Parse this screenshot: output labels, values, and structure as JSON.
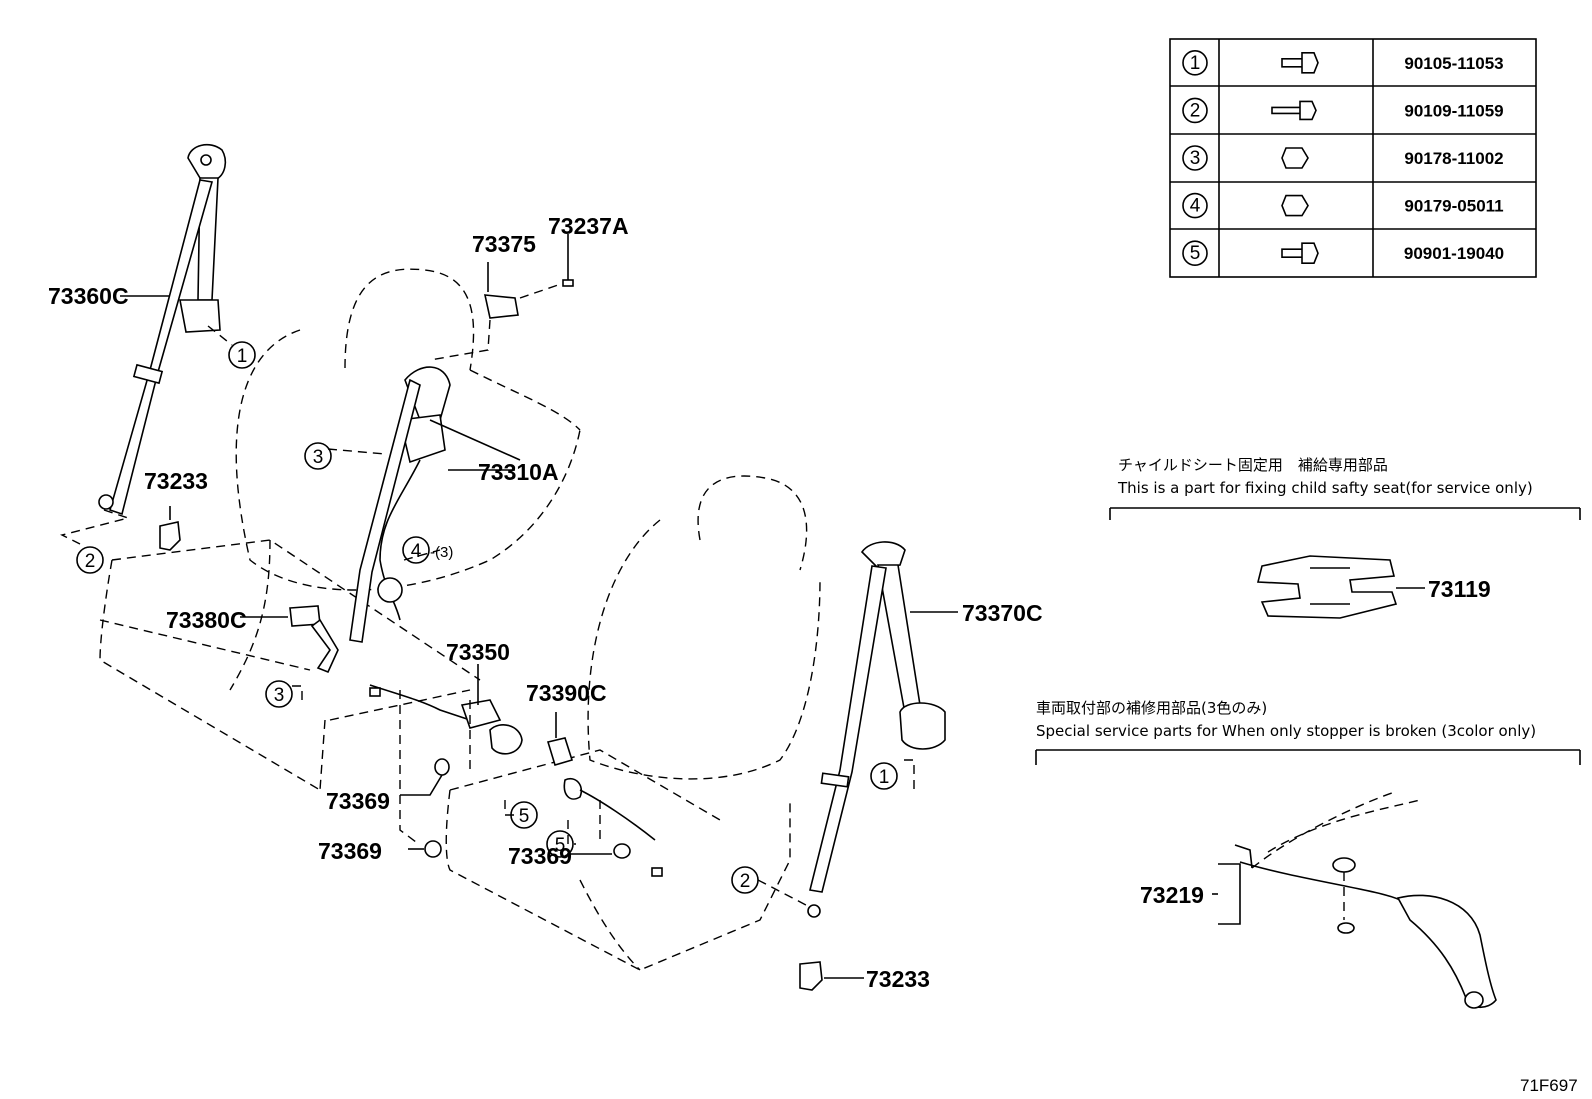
{
  "fastener_table": [
    {
      "ref": "1",
      "icon": "flange-bolt-icon",
      "part_no": "90105-11053"
    },
    {
      "ref": "2",
      "icon": "long-bolt-icon",
      "part_no": "90109-11059"
    },
    {
      "ref": "3",
      "icon": "flange-nut-icon",
      "part_no": "90178-11002"
    },
    {
      "ref": "4",
      "icon": "nut-icon",
      "part_no": "90179-05011"
    },
    {
      "ref": "5",
      "icon": "flange-bolt-icon",
      "part_no": "90901-19040"
    }
  ],
  "labels": {
    "p73360C": "73360C",
    "p73375": "73375",
    "p73237A": "73237A",
    "p73310A": "73310A",
    "p73233_left": "73233",
    "p73380C": "73380C",
    "p73350": "73350",
    "p73390C": "73390C",
    "p73370C": "73370C",
    "p73369_a": "73369",
    "p73369_b": "73369",
    "p73369_c": "73369",
    "p73233_right": "73233",
    "p73119": "73119",
    "p73219": "73219",
    "note4_suffix": "-(3)",
    "diagram_code": "71F697"
  },
  "callouts": {
    "c1_top": "1",
    "c2_left": "2",
    "c3_upper": "3",
    "c4": "4",
    "c3_lower": "3",
    "c5_a": "5",
    "c5_b": "5",
    "c1_right": "1",
    "c2_right": "2"
  },
  "notes": {
    "child_seat_jp": "チャイルドシート固定用　補給専用部品",
    "child_seat_en": "This is a part for fixing child safty seat(for service only)",
    "stopper_jp": "車両取付部の補修用部品(3色のみ)",
    "stopper_en": "Special service parts for When only stopper is broken (3color only)"
  }
}
